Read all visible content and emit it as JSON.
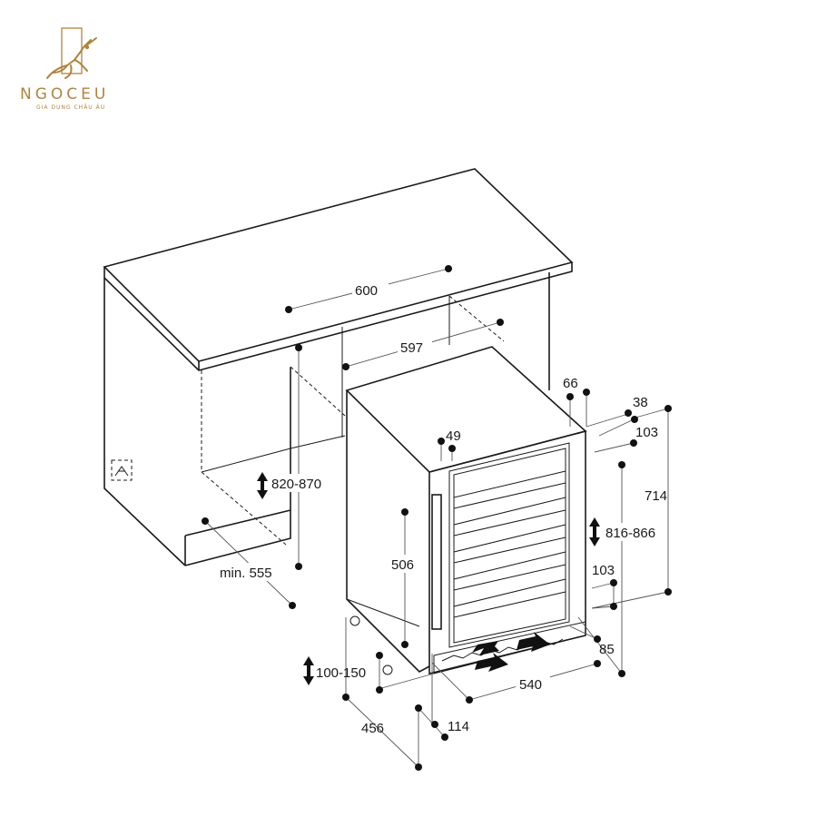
{
  "logo": {
    "brand": "NGOCEU",
    "tagline": "GIA DỤNG CHÂU ÂU",
    "accent_color": "#b08440"
  },
  "diagram": {
    "dimensions": {
      "d600": "600",
      "d597": "597",
      "d66": "66",
      "d38": "38",
      "d103_top": "103",
      "d49": "49",
      "d714": "714",
      "d820_870": "820-870",
      "d816_866": "816-866",
      "d506": "506",
      "d103_bottom": "103",
      "min555": "min. 555",
      "d85": "85",
      "d100_150": "100-150",
      "d540": "540",
      "d456": "456",
      "d114": "114"
    },
    "icons": [
      "double-arrow-vertical-icon",
      "airflow-arrow-icon",
      "electrical-socket-icon"
    ],
    "line_color": "#1b1b1b"
  }
}
